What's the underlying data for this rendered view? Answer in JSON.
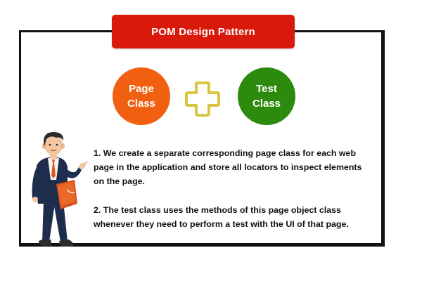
{
  "title": "POM Design Pattern",
  "page_class": {
    "line1": "Page",
    "line2": "Class",
    "color": "#f06010"
  },
  "test_class": {
    "line1": "Test",
    "line2": "Class",
    "color": "#2c8a0c"
  },
  "plus_icon": "plus-icon",
  "points": [
    "1. We create a separate corresponding page class for each web page in the application and store all locators to inspect elements on the page.",
    "2. The test class uses the methods of this page object class whenever they need to perform a test with the UI of that page."
  ],
  "colors": {
    "banner": "#d91a0a",
    "frame": "#111111",
    "plus_outline": "#d8c640"
  },
  "illustration": "businessman-pointing-with-book"
}
